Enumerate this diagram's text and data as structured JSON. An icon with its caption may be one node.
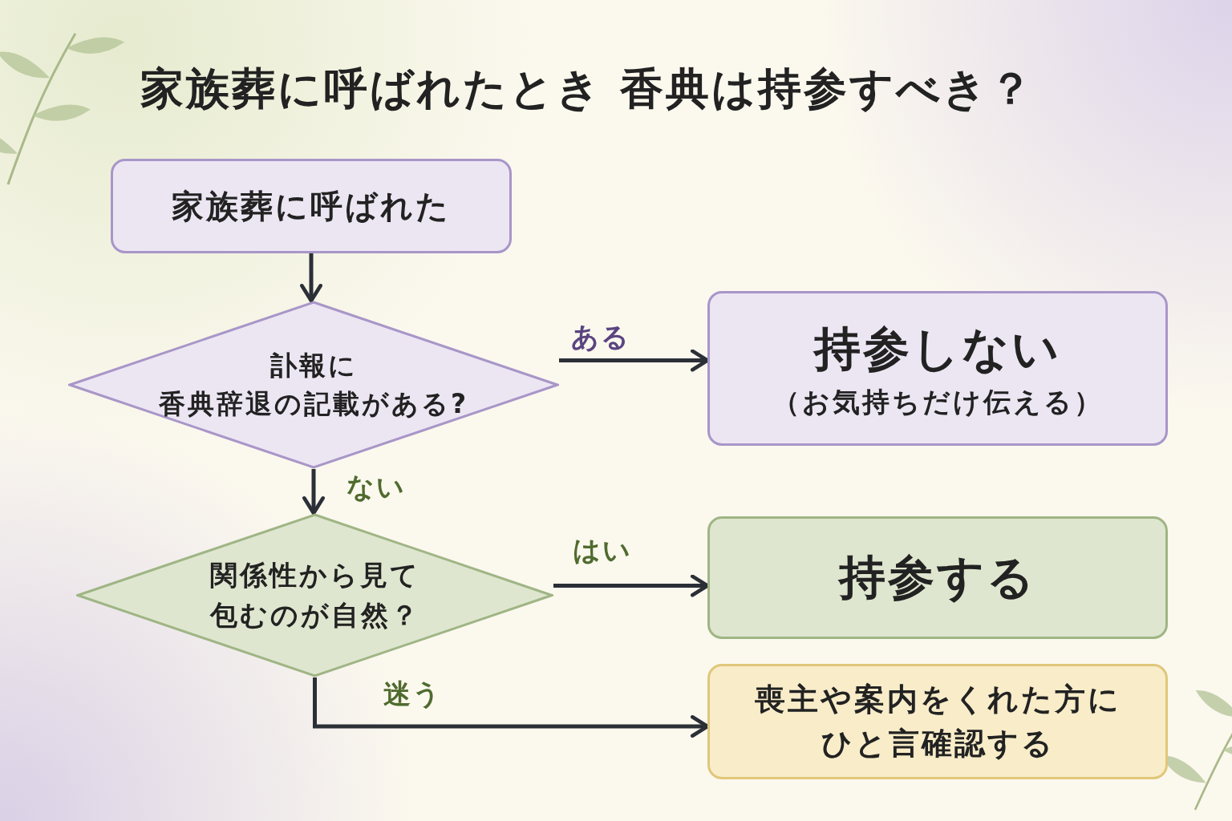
{
  "diagram": {
    "title": "家族葬に呼ばれたとき 香典は持参すべき？",
    "nodes": [
      {
        "text": [
          "家族葬に呼ばれた"
        ]
      },
      {
        "text": [
          "訃報に香典辞退の記載がある?"
        ]
      },
      {
        "text": [
          "持参しない",
          "（お気持ちだけ伝える）"
        ]
      },
      {
        "text": [
          "関係性から見て包むのが自然？"
        ]
      },
      {
        "text": [
          "持参する"
        ]
      },
      {
        "text": [
          "喪主や案内をくれた方にひと言確認する"
        ]
      }
    ],
    "edges": [
      {
        "from": 0,
        "to": 1,
        "arrow": "to"
      },
      {
        "from": 1,
        "to": 2,
        "arrow": "to",
        "label": "ある"
      },
      {
        "from": 1,
        "to": 3,
        "arrow": "to",
        "label": "ない"
      },
      {
        "from": 3,
        "to": 4,
        "arrow": "to",
        "label": "はい"
      },
      {
        "from": 3,
        "to": 5,
        "arrow": "to",
        "label": "迷う"
      }
    ]
  }
}
